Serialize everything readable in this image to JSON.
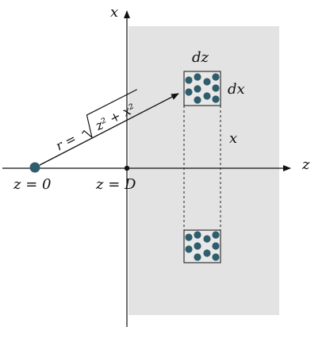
{
  "colors": {
    "shaded_region": "#e3e3e3",
    "axes": "#111111",
    "particle": "#2f5d6b",
    "background": "#ffffff"
  },
  "labels": {
    "x_axis": "x",
    "z_axis": "z",
    "source_label": "z = 0",
    "boundary_label": "z = D",
    "element_width": "dz",
    "element_height": "dx",
    "offset": "x",
    "distance": {
      "lhs": "r = ",
      "radicand": "z² + x²"
    }
  }
}
